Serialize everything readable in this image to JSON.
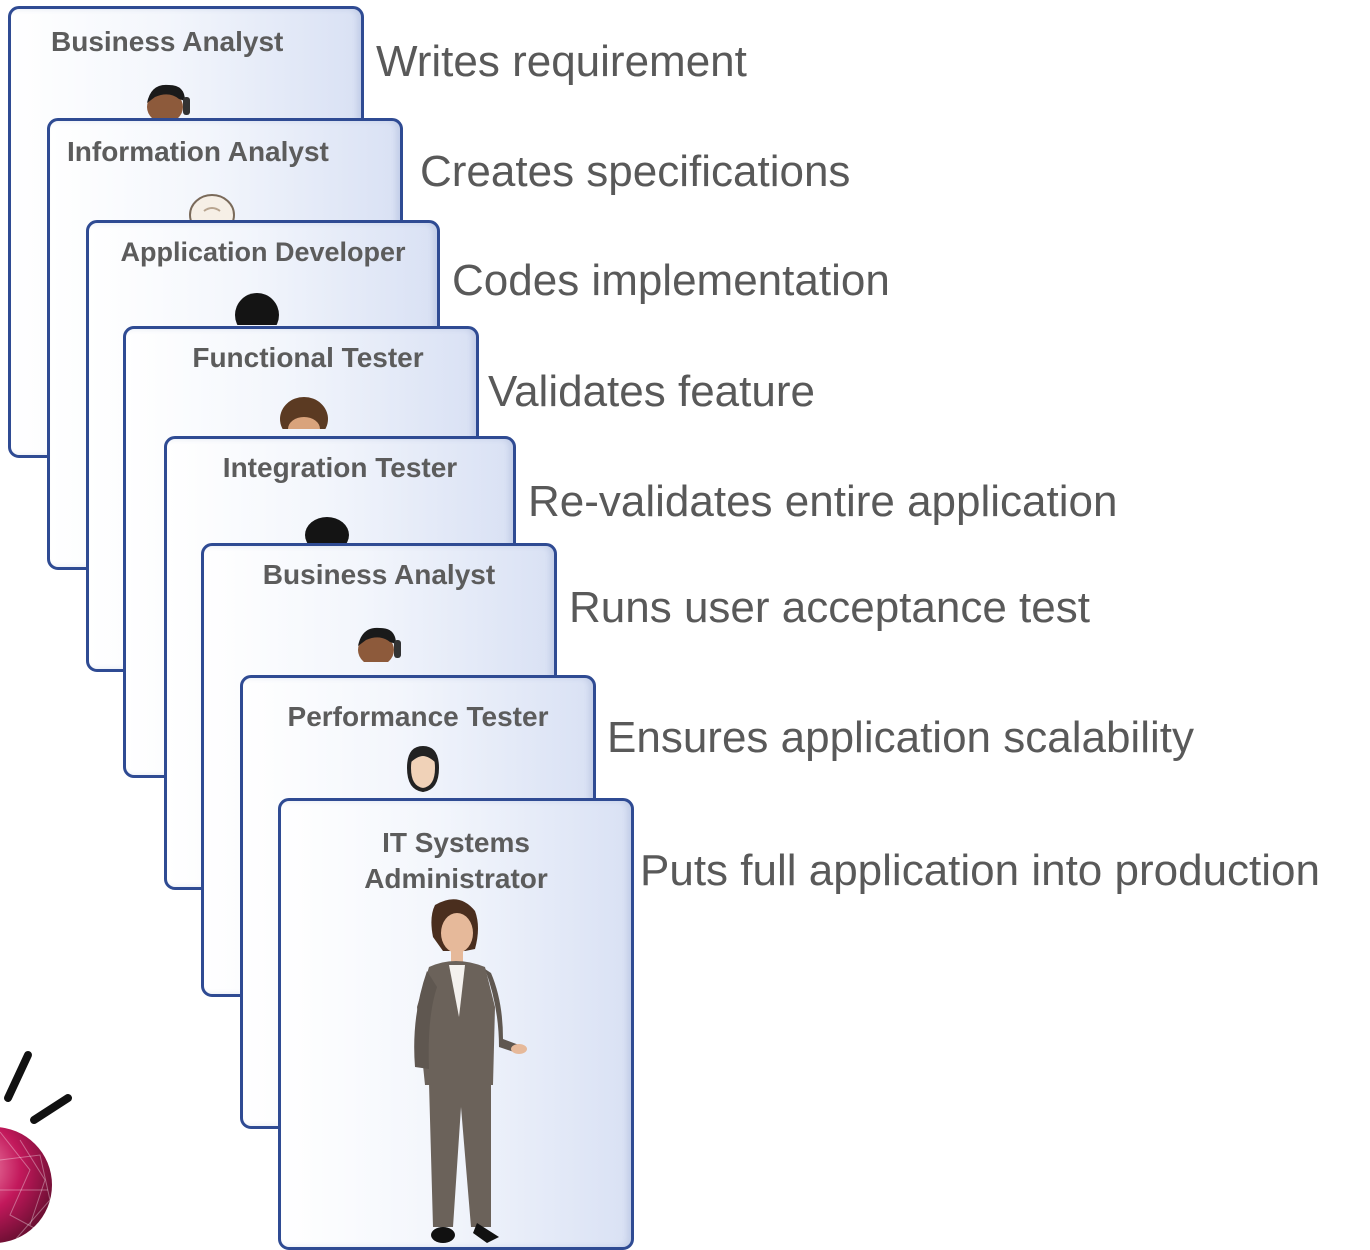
{
  "roles": [
    {
      "title": "Business Analyst",
      "description": "Writes requirement",
      "avatar": "man-on-phone-icon"
    },
    {
      "title": "Information Analyst",
      "description": "Creates specifications",
      "avatar": "bald-man-icon"
    },
    {
      "title": "Application Developer",
      "description": "Codes implementation",
      "avatar": "dark-haired-man-icon"
    },
    {
      "title": "Functional Tester",
      "description": "Validates feature",
      "avatar": "brown-haired-man-icon"
    },
    {
      "title": "Integration Tester",
      "description": "Re-validates entire application",
      "avatar": "dark-haired-man-icon"
    },
    {
      "title": "Business Analyst",
      "description": "Runs user acceptance test",
      "avatar": "man-on-phone-icon"
    },
    {
      "title": "Performance Tester",
      "description": "Ensures application scalability",
      "avatar": "man-in-suit-icon"
    },
    {
      "title": "IT Systems Administrator",
      "description": "Puts full application into production",
      "avatar": "businesswoman-figure-icon"
    }
  ],
  "colors": {
    "card_border": "#2f4b93",
    "text": "#595959",
    "logo": "#c2185b"
  }
}
